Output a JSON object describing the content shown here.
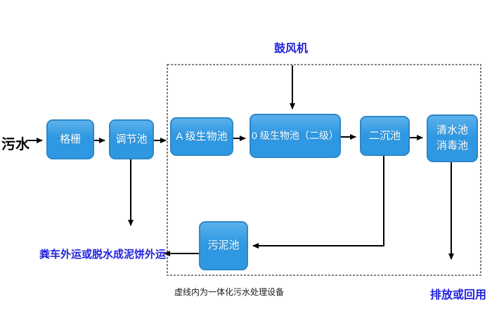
{
  "diagram": {
    "nodes": {
      "grille": {
        "label": "格栅"
      },
      "regulating_tank": {
        "label": "调节池"
      },
      "a_bio_tank": {
        "label": "A 级生物池"
      },
      "o_bio_tank": {
        "label": "0 级生物池（二级）"
      },
      "secondary_clarifier": {
        "label": "二沉池"
      },
      "clear_water_tank": {
        "line1": "清水池",
        "line2": "消毒池"
      },
      "sludge_tank": {
        "label": "污泥池"
      }
    },
    "labels": {
      "influent": "污水",
      "blower": "鼓风机",
      "sludge_disposal": "粪车外运或脱水成泥饼外运",
      "dashed_box_caption": "虚线内为一体化污水处理设备",
      "effluent": "排放或回用"
    },
    "colors": {
      "node_fill": "#2F98E2",
      "node_fill_top": "#5BB1EA",
      "node_border": "#2B87C8",
      "node_text": "#FFFFFF",
      "accent_blue_text": "#2222DD",
      "arrow": "#000000"
    }
  }
}
